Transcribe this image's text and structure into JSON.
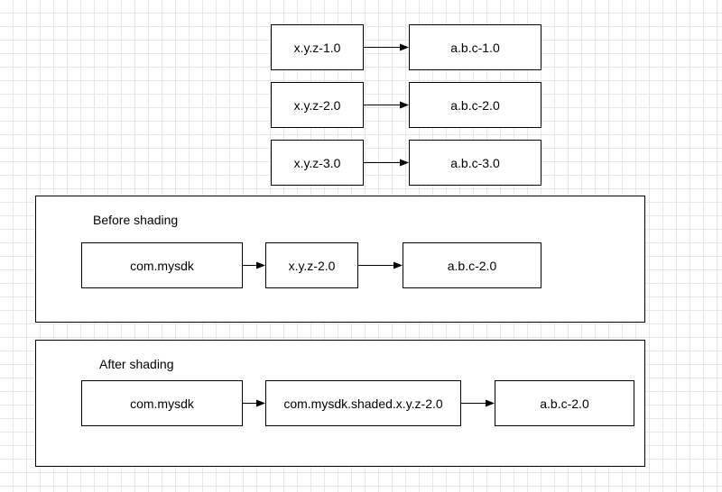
{
  "colors": {
    "stroke": "#000000",
    "fill": "#ffffff",
    "grid": "#e6e6e6"
  },
  "top": {
    "rows": [
      {
        "from": "x.y.z-1.0",
        "to": "a.b.c-1.0"
      },
      {
        "from": "x.y.z-2.0",
        "to": "a.b.c-2.0"
      },
      {
        "from": "x.y.z-3.0",
        "to": "a.b.c-3.0"
      }
    ]
  },
  "before": {
    "label": "Before shading",
    "nodes": [
      "com.mysdk",
      "x.y.z-2.0",
      "a.b.c-2.0"
    ]
  },
  "after": {
    "label": "After shading",
    "nodes": [
      "com.mysdk",
      "com.mysdk.shaded.x.y.z-2.0",
      "a.b.c-2.0"
    ]
  }
}
